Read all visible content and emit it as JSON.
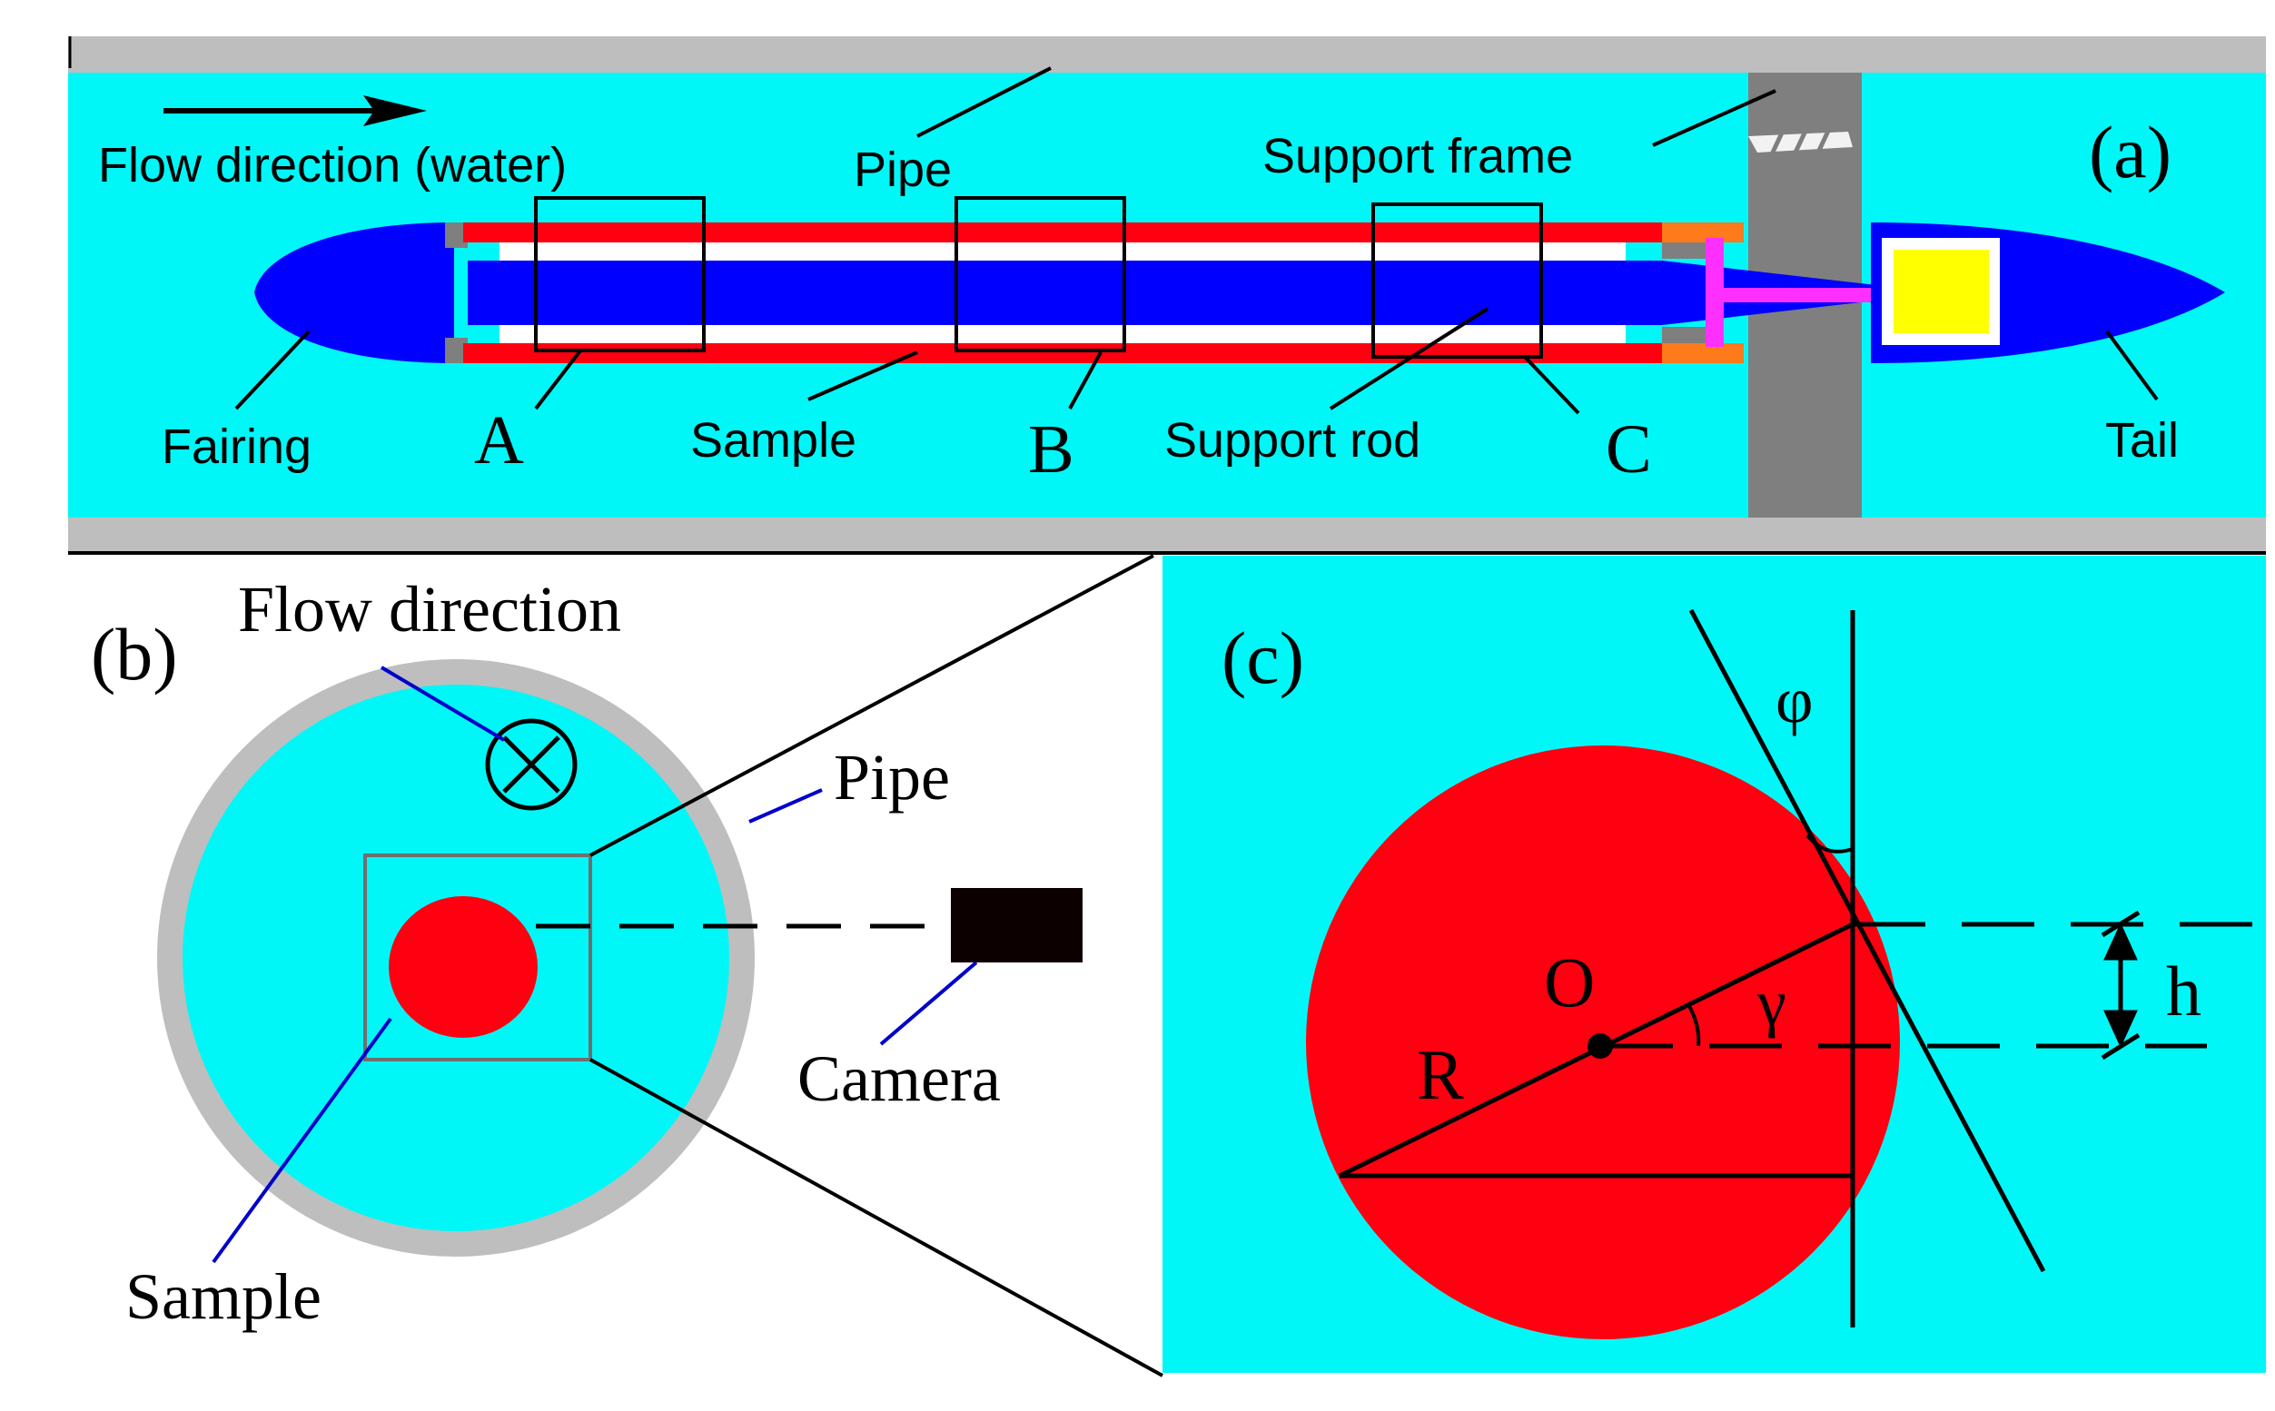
{
  "panel_a": {
    "label": "(a)",
    "flow_label": "Flow direction (water)",
    "pipe_label": "Pipe",
    "support_frame_label": "Support frame",
    "fairing_label": "Fairing",
    "section_a_label": "A",
    "sample_label": "Sample",
    "section_b_label": "B",
    "support_rod_label": "Support rod",
    "section_c_label": "C",
    "tail_label": "Tail"
  },
  "panel_b": {
    "label": "(b)",
    "flow_label": "Flow direction",
    "pipe_label": "Pipe",
    "camera_label": "Camera",
    "sample_label": "Sample"
  },
  "panel_c": {
    "label": "(c)",
    "phi_label": "φ",
    "center_label": "O",
    "gamma_label": "γ",
    "radius_label": "R",
    "height_label": "h"
  },
  "colors": {
    "water": "#00f7f7",
    "pipe_wall": "#bebebe",
    "frame": "#7f7f7f",
    "rod_body": "#0000ff",
    "sample": "#ff0010",
    "connector": "#ff30ff",
    "sensor": "#ffff00",
    "ring": "#ff7a1a",
    "camera": "#0c0000",
    "leader_blue": "#0000cc"
  }
}
